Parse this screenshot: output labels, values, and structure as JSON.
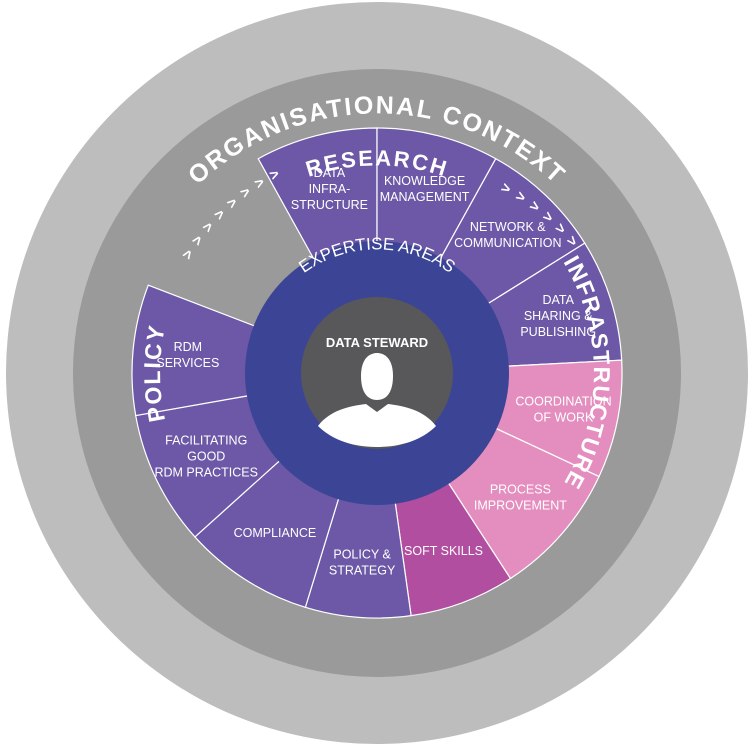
{
  "outer_ring": {
    "label": "ORGANISATIONAL CONTEXT",
    "color": "#bdbdbd"
  },
  "middle_ring": {
    "color": "#9a9a9a",
    "top_label": "RESEARCH",
    "left_label": "POLICY",
    "right_label": "INFRASTRUCTURE",
    "arrow_left": "> > > > > > > > > >",
    "arrow_right": "> > > > > > > > > >"
  },
  "colors": {
    "purple": "#6c58a6",
    "pink": "#e48ebf",
    "magenta": "#b14ea0",
    "blue": "#3c4595",
    "dark_gray": "#58585a",
    "white": "#ffffff"
  },
  "segments": [
    {
      "id": "data-infrastructure",
      "lines": [
        "DATA",
        "INFRA-",
        "STRUCTURE"
      ],
      "color": "purple"
    },
    {
      "id": "knowledge-management",
      "lines": [
        "KNOWLEDGE",
        "MANAGEMENT"
      ],
      "color": "purple"
    },
    {
      "id": "network-communication",
      "lines": [
        "NETWORK &",
        "COMMUNICATION"
      ],
      "color": "purple"
    },
    {
      "id": "data-sharing-publishing",
      "lines": [
        "DATA",
        "SHARING &",
        "PUBLISHING"
      ],
      "color": "purple"
    },
    {
      "id": "coordination-of-work",
      "lines": [
        "COORDINATION",
        "OF WORK"
      ],
      "color": "pink"
    },
    {
      "id": "process-improvement",
      "lines": [
        "PROCESS",
        "IMPROVEMENT"
      ],
      "color": "pink"
    },
    {
      "id": "soft-skills",
      "lines": [
        "SOFT SKILLS"
      ],
      "color": "magenta"
    },
    {
      "id": "policy-strategy",
      "lines": [
        "POLICY &",
        "STRATEGY"
      ],
      "color": "purple"
    },
    {
      "id": "compliance",
      "lines": [
        "COMPLIANCE"
      ],
      "color": "purple"
    },
    {
      "id": "facilitating-good-rdm-practices",
      "lines": [
        "FACILITATING",
        "GOOD",
        "RDM PRACTICES"
      ],
      "color": "purple"
    },
    {
      "id": "rdm-services",
      "lines": [
        "RDM",
        "SERVICES"
      ],
      "color": "purple"
    }
  ],
  "center": {
    "ring_title": "EXPERTISE AREAS",
    "label": "DATA STEWARD",
    "icon": "person-icon"
  }
}
